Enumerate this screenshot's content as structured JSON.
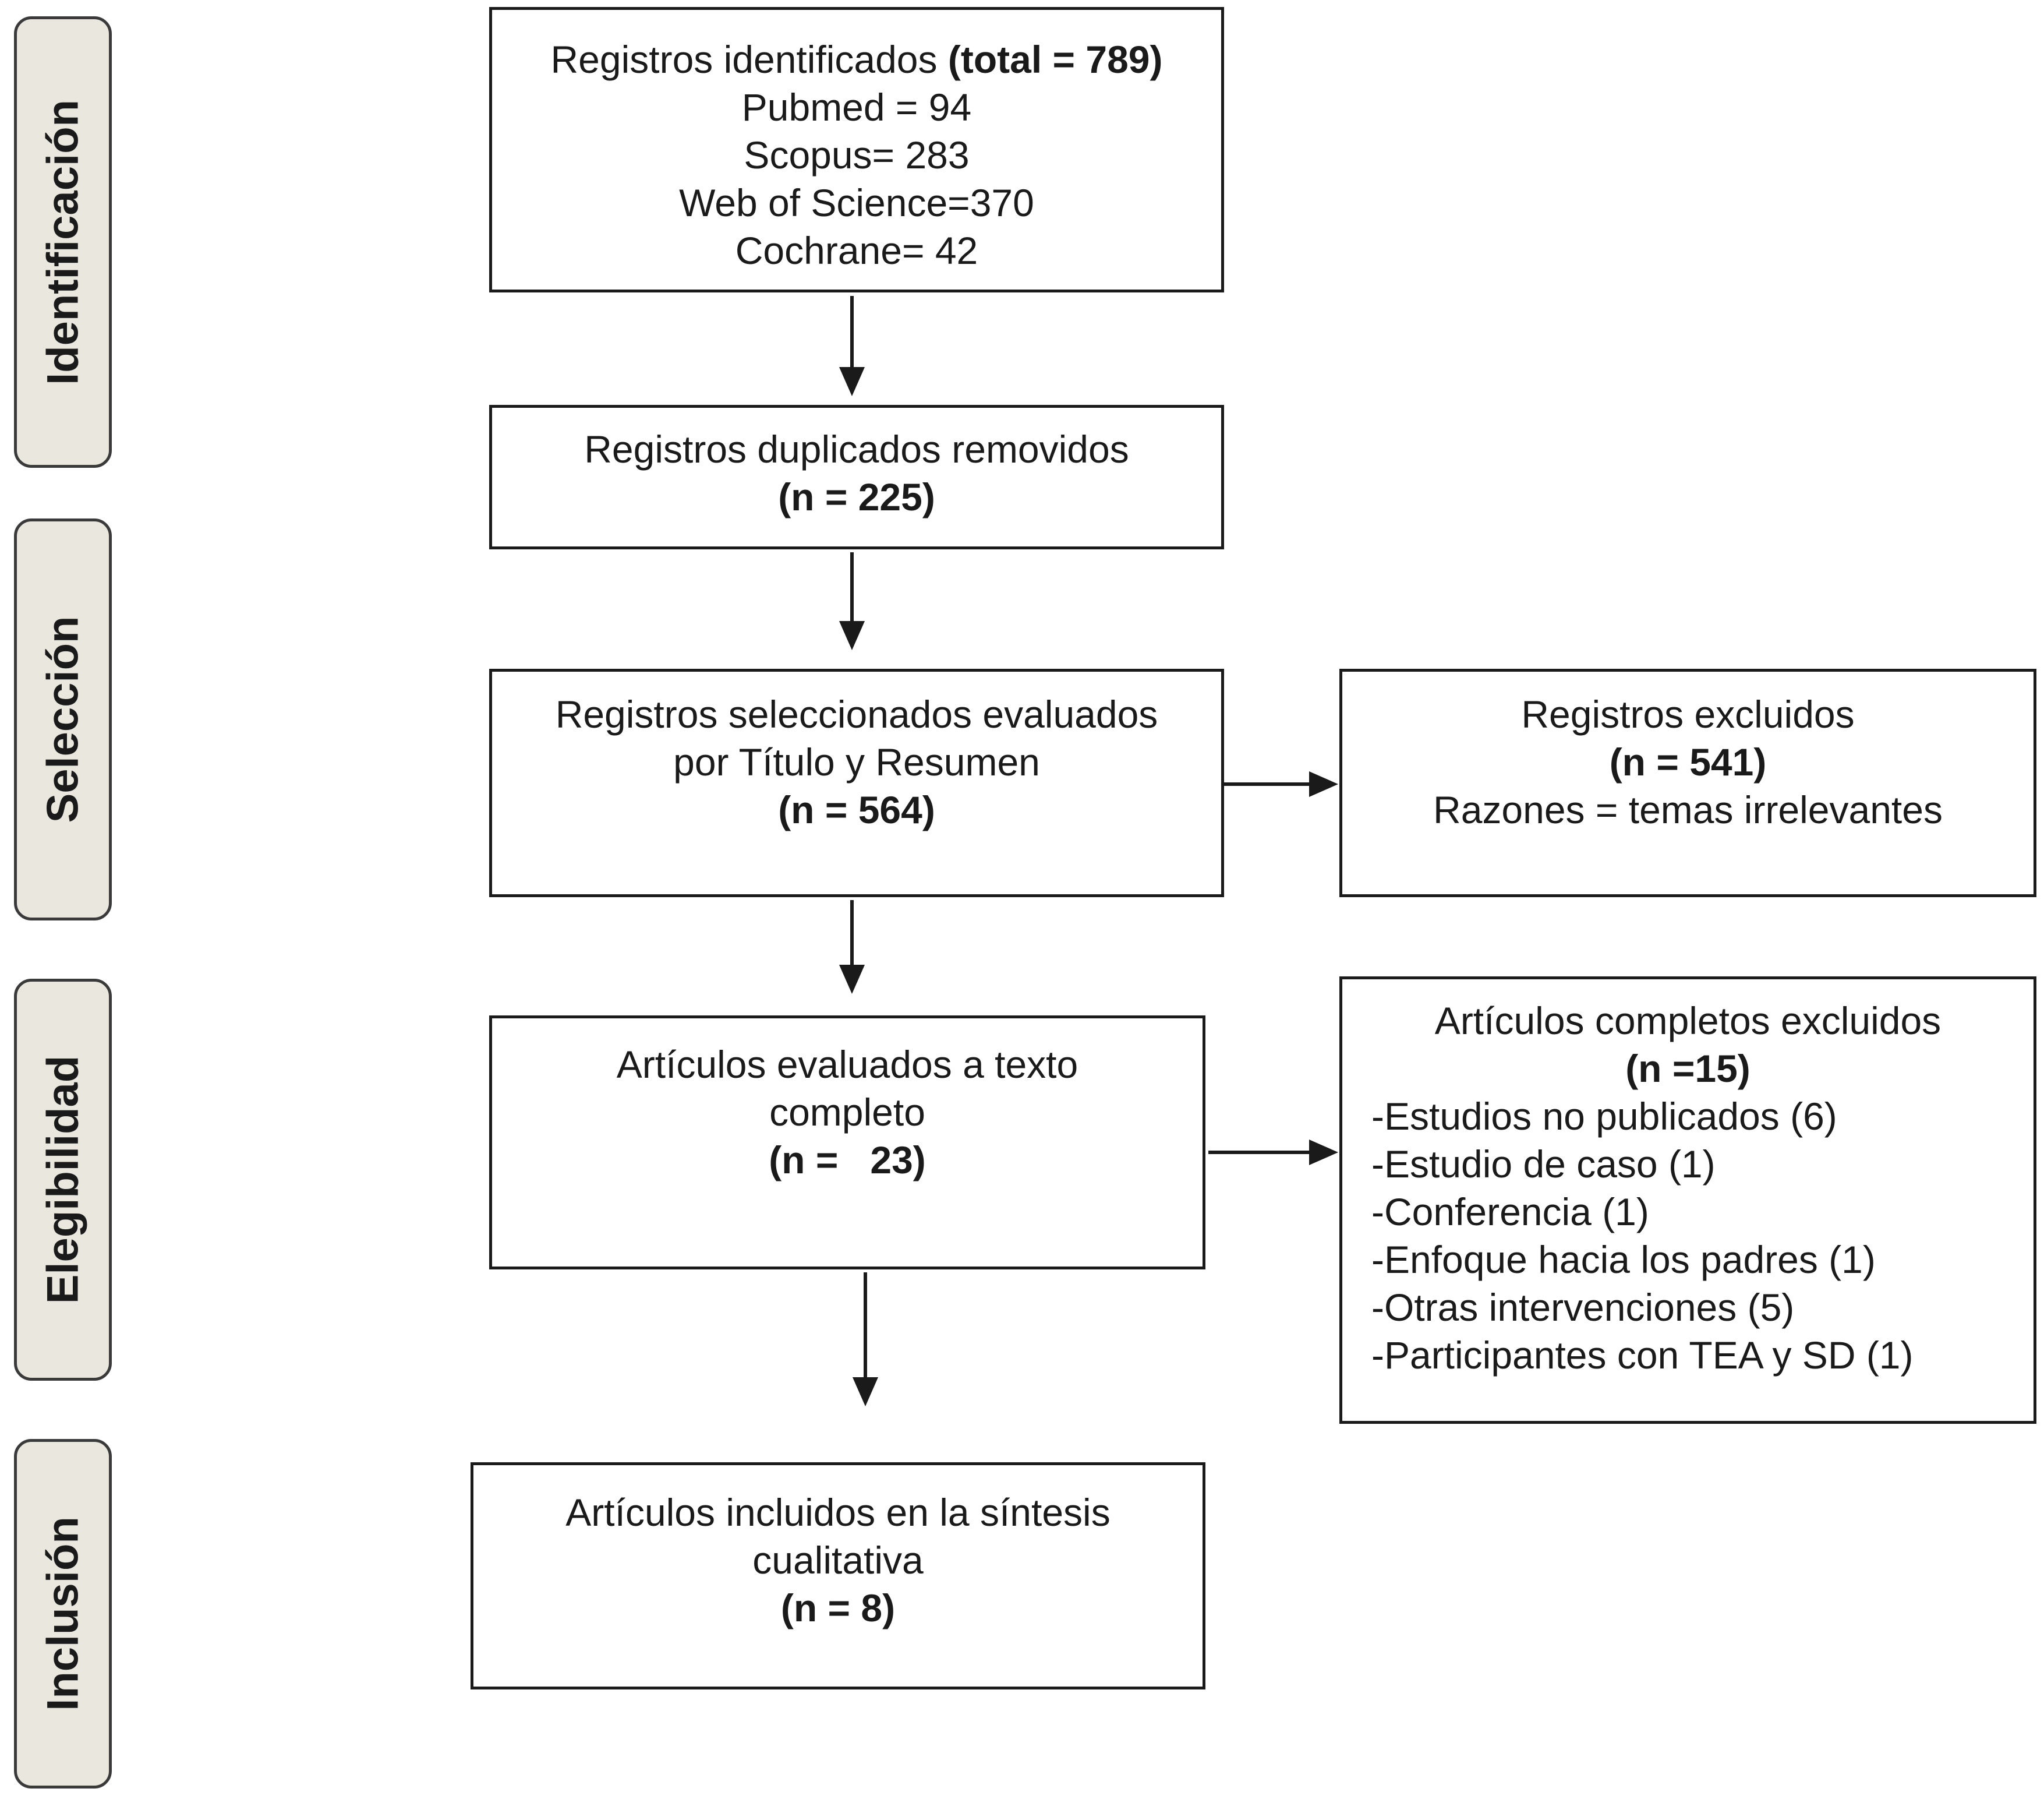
{
  "phases": {
    "identificacion": "Identificación",
    "seleccion": "Selección",
    "elegibilidad": "Elegibilidad",
    "inclusion": "Inclusión"
  },
  "identified": {
    "line1_text": "Registros identificados ",
    "line1_total": "(total = 789)",
    "pubmed": "Pubmed = 94",
    "scopus": "Scopus= 283",
    "wos": "Web of Science=370",
    "cochrane": "Cochrane= 42"
  },
  "duplicates": {
    "label": "Registros duplicados removidos",
    "n": "(n = 225)"
  },
  "screened": {
    "line1": "Registros seleccionados evaluados",
    "line2": "por Título y Resumen",
    "n": "(n = 564)"
  },
  "excluded_records": {
    "label": "Registros excluidos",
    "n": "(n = 541)",
    "reasons": "Razones = temas irrelevantes"
  },
  "fulltext": {
    "line1": "Artículos evaluados a texto",
    "line2": "completo",
    "n": "(n =   23)"
  },
  "excluded_articles": {
    "label": "Artículos completos excluidos",
    "n": "(n =15)",
    "reasons": [
      "-Estudios no publicados (6)",
      "-Estudio de caso (1)",
      "-Conferencia (1)",
      "-Enfoque hacia los padres (1)",
      "-Otras intervenciones (5)",
      "-Participantes con TEA y SD (1)"
    ]
  },
  "included": {
    "line1": "Artículos incluidos en la síntesis",
    "line2": "cualitativa",
    "n": "(n = 8)"
  }
}
